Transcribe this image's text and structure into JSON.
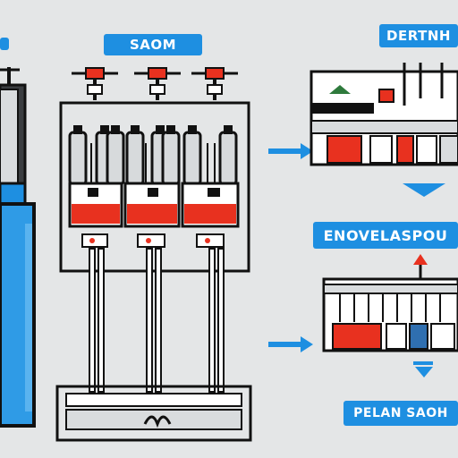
{
  "labels": {
    "top_center": "SAOM",
    "top_right": "DERTNH",
    "mid_right": "ENOVELASPOU",
    "bottom_right": "PELAN SAOH"
  },
  "colors": {
    "background": "#e4e6e7",
    "accent_blue": "#1e8fe1",
    "accent_red": "#e8311f",
    "ink": "#111111"
  }
}
